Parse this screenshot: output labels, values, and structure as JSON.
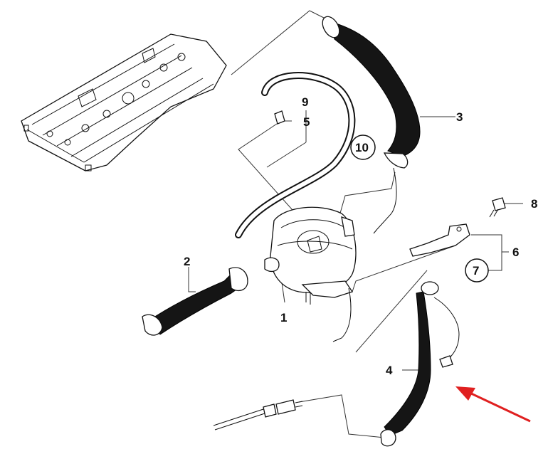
{
  "labels": {
    "l1": "1",
    "l2": "2",
    "l3": "3",
    "l4": "4",
    "l5": "5",
    "l6": "6",
    "l7": "7",
    "l8": "8",
    "l9": "9",
    "l10": "10"
  },
  "colors": {
    "arrow": "#e02020",
    "ink": "#111111",
    "hose": "#151515"
  }
}
